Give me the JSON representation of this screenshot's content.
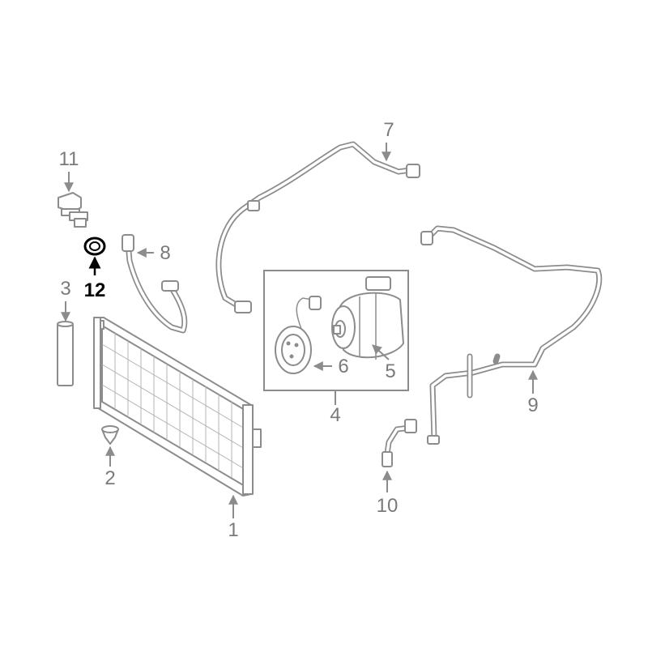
{
  "callouts": {
    "c1": "1",
    "c2": "2",
    "c3": "3",
    "c4": "4",
    "c5": "5",
    "c6": "6",
    "c7": "7",
    "c8": "8",
    "c9": "9",
    "c10": "10",
    "c11": "11",
    "c12": "12"
  },
  "colors": {
    "line": "#8c8c8c",
    "highlight": "#000000",
    "background": "#ffffff"
  }
}
